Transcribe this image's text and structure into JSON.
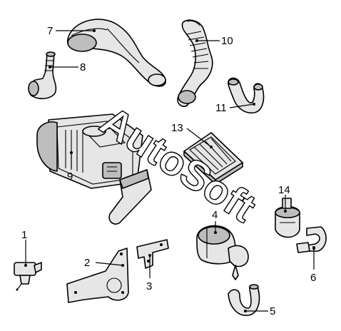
{
  "watermark": "AutoSoft",
  "callouts": [
    "1",
    "2",
    "3",
    "4",
    "5",
    "6",
    "7",
    "8",
    "9",
    "10",
    "11",
    "13",
    "14"
  ]
}
